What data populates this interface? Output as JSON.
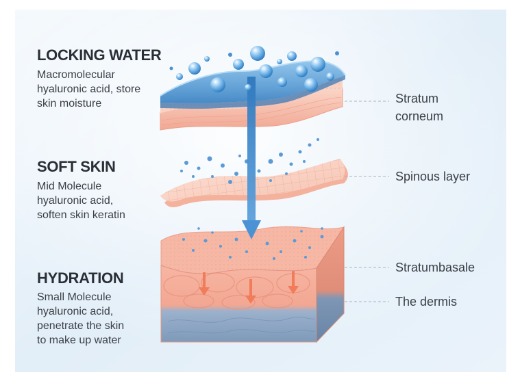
{
  "sections": {
    "locking_water": {
      "title": "LOCKING WATER",
      "lines": [
        "Macromolecular",
        "hyaluronic acid, store",
        "skin moisture"
      ]
    },
    "soft_skin": {
      "title": "SOFT SKIN",
      "lines": [
        "Mid Molecule",
        "hyaluronic acid,",
        "soften skin keratin"
      ]
    },
    "hydration": {
      "title": "HYDRATION",
      "lines": [
        "Small Molecule",
        "hyaluronic acid,",
        "penetrate the skin",
        "to make up water"
      ]
    }
  },
  "layer_labels": {
    "stratum_corneum": [
      "Stratum",
      "corneum"
    ],
    "spinous_layer": "Spinous layer",
    "stratum_basale": "Stratumbasale",
    "dermis": "The dermis"
  },
  "colors": {
    "heading_text": "#2a2f37",
    "body_text": "#3a3f46",
    "skin_pink": "#f4b8a6",
    "skin_deep": "#ee9a85",
    "water_blue": "#4f93cf",
    "dermis_blue": "#8ea7c4",
    "arrow_blue": "#3d86c9",
    "arrow_red": "#f07c5a"
  }
}
